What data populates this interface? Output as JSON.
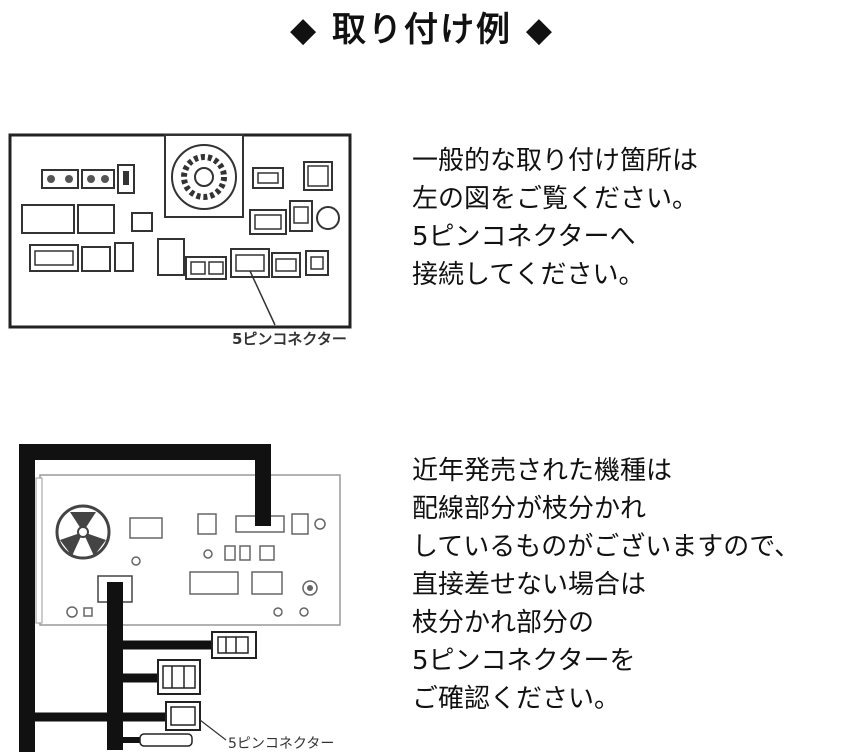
{
  "title": "◆ 取り付け例 ◆",
  "section1": {
    "connector_label": "5ピンコネクター",
    "lines": [
      "一般的な取り付け箇所は",
      "左の図をご覧ください。",
      "5ピンコネクターへ",
      "接続してください。"
    ]
  },
  "section2": {
    "connector_label": "5ピンコネクター",
    "lines": [
      "近年発売された機種は",
      "配線部分が枝分かれ",
      "しているものがございますので、",
      "直接差せない場合は",
      "枝分かれ部分の",
      "5ピンコネクターを",
      "ご確認ください。"
    ]
  }
}
